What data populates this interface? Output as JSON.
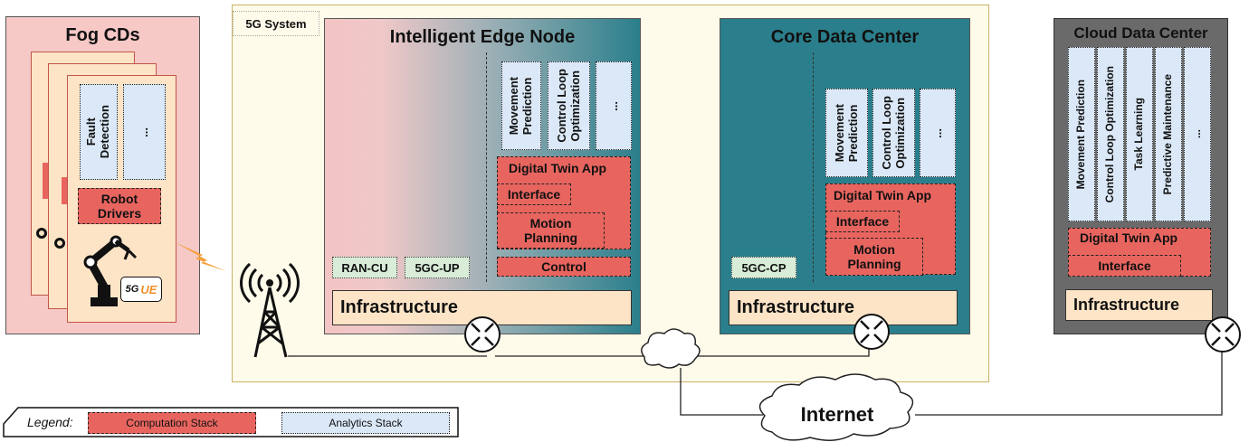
{
  "fog": {
    "title": "Fog CDs",
    "fault_detection": "Fault\nDetection",
    "ellipsis": "...",
    "robot_drivers": "Robot\nDrivers",
    "ue_badge_5g": "5G",
    "ue_badge_ue": "UE"
  },
  "system_label": "5G System",
  "edge": {
    "title": "Intelligent Edge Node",
    "movement": "Movement\nPrediction",
    "control_loop": "Control Loop\nOptimization",
    "ellipsis": "...",
    "digital_twin": "Digital Twin App",
    "interface": "Interface",
    "motion_planning": "Motion\nPlanning",
    "control": "Control",
    "ran_cu": "RAN-CU",
    "gc_up": "5GC-UP",
    "infrastructure": "Infrastructure"
  },
  "core": {
    "title": "Core Data Center",
    "movement": "Movement\nPrediction",
    "control_loop": "Control Loop\nOptimization",
    "ellipsis": "...",
    "digital_twin": "Digital Twin App",
    "interface": "Interface",
    "motion_planning": "Motion\nPlanning",
    "gc_cp": "5GC-CP",
    "infrastructure": "Infrastructure"
  },
  "cloud": {
    "title": "Cloud Data Center",
    "movement": "Movement Prediction",
    "control_loop": "Control Loop Optimization",
    "task_learning": "Task Learning",
    "predictive_maintenance": "Predictive Maintenance",
    "ellipsis": "...",
    "digital_twin": "Digital Twin App",
    "interface": "Interface",
    "infrastructure": "Infrastructure"
  },
  "internet": "Internet",
  "legend": {
    "label": "Legend:",
    "computation": "Computation Stack",
    "analytics": "Analytics Stack"
  },
  "colors": {
    "computation": "#e8655f",
    "analytics": "#dbe8f7",
    "infrastructure": "#fde4c6",
    "fog_bg": "#f6c9c6",
    "system_bg": "#fffbea",
    "core_bg": "#2b7f8c",
    "cloud_bg": "#6a6a6a"
  }
}
